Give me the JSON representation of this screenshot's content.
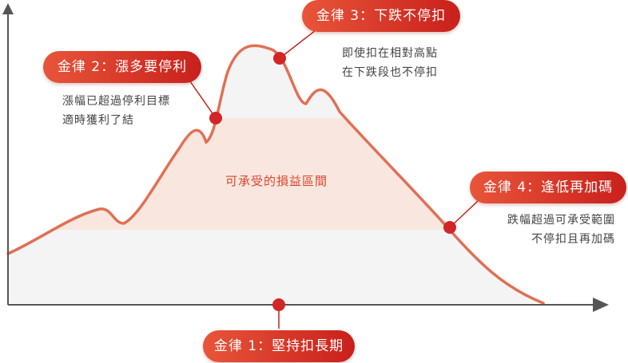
{
  "rules": {
    "rule1": {
      "title": "金律 1：堅持扣長期"
    },
    "rule2": {
      "title": "金律 2：漲多要停利",
      "lines": [
        "漲幅已超過停利目標",
        "適時獲利了結"
      ]
    },
    "rule3": {
      "title": "金律 3：下跌不停扣",
      "lines": [
        "即使扣在相對高點",
        "在下跌段也不停扣"
      ]
    },
    "rule4": {
      "title": "金律 4：逢低再加碼",
      "lines": [
        "跌幅超過可承受範圍",
        "不停扣且再加碼"
      ]
    }
  },
  "zone_label": "可承受的損益區間",
  "colors": {
    "accent": "#d9472b",
    "accent_dark": "#c9201b",
    "curve": "#e07055",
    "zone_fill": "#f9e6df",
    "area_fill": "#f4f4f5",
    "axis": "#555555"
  }
}
